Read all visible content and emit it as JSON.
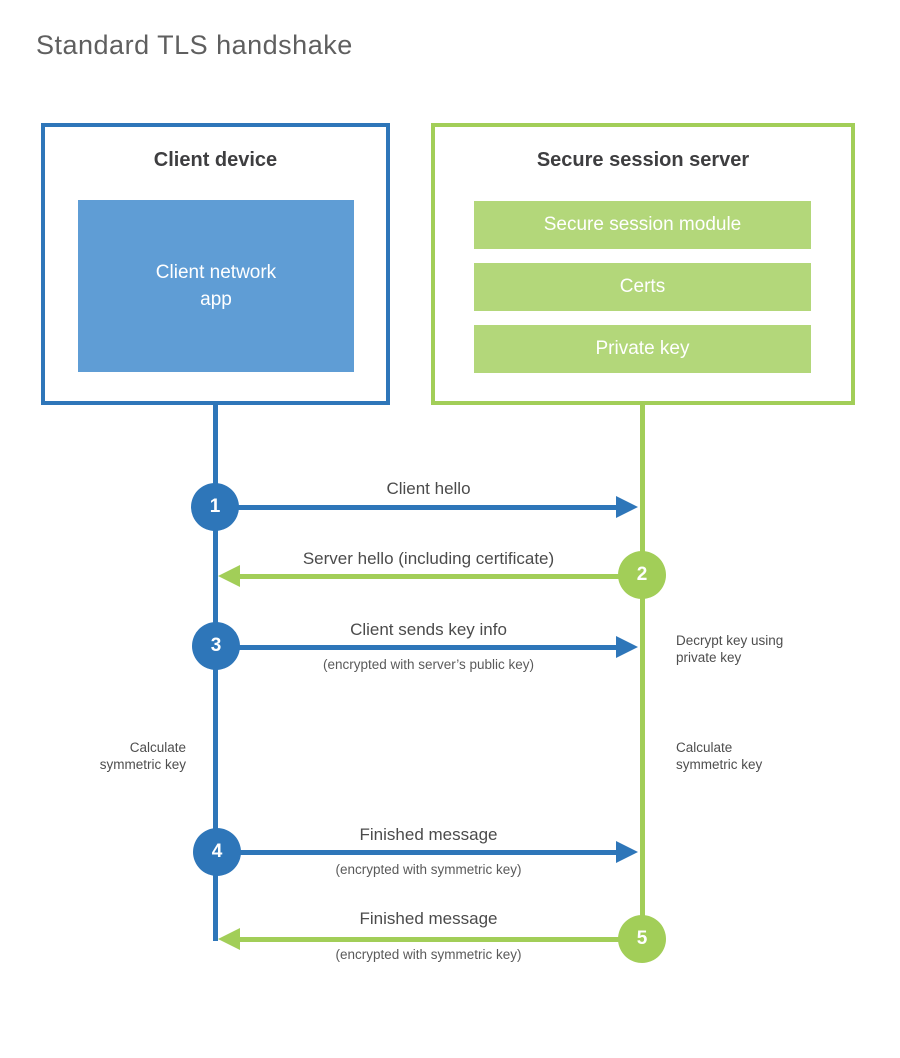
{
  "title": "Standard TLS handshake",
  "client": {
    "heading": "Client device",
    "app": "Client network app"
  },
  "server": {
    "heading": "Secure session server",
    "modules": [
      "Secure session module",
      "Certs",
      "Private key"
    ]
  },
  "steps": [
    {
      "num": "1",
      "label": "Client hello",
      "sublabel": ""
    },
    {
      "num": "2",
      "label": "Server hello (including certificate)",
      "sublabel": ""
    },
    {
      "num": "3",
      "label": "Client sends key info",
      "sublabel": "(encrypted with server’s public key)"
    },
    {
      "num": "4",
      "label": "Finished message",
      "sublabel": "(encrypted with symmetric key)"
    },
    {
      "num": "5",
      "label": "Finished message",
      "sublabel": "(encrypted with symmetric key)"
    }
  ],
  "notes": {
    "decrypt": "Decrypt key using private key",
    "calc_left": "Calculate symmetric key",
    "calc_right": "Calculate symmetric key"
  },
  "colors": {
    "blue": "#2e76b9",
    "blue_fill": "#5f9dd5",
    "green": "#a2ce58",
    "green_fill": "#b3d77a"
  }
}
